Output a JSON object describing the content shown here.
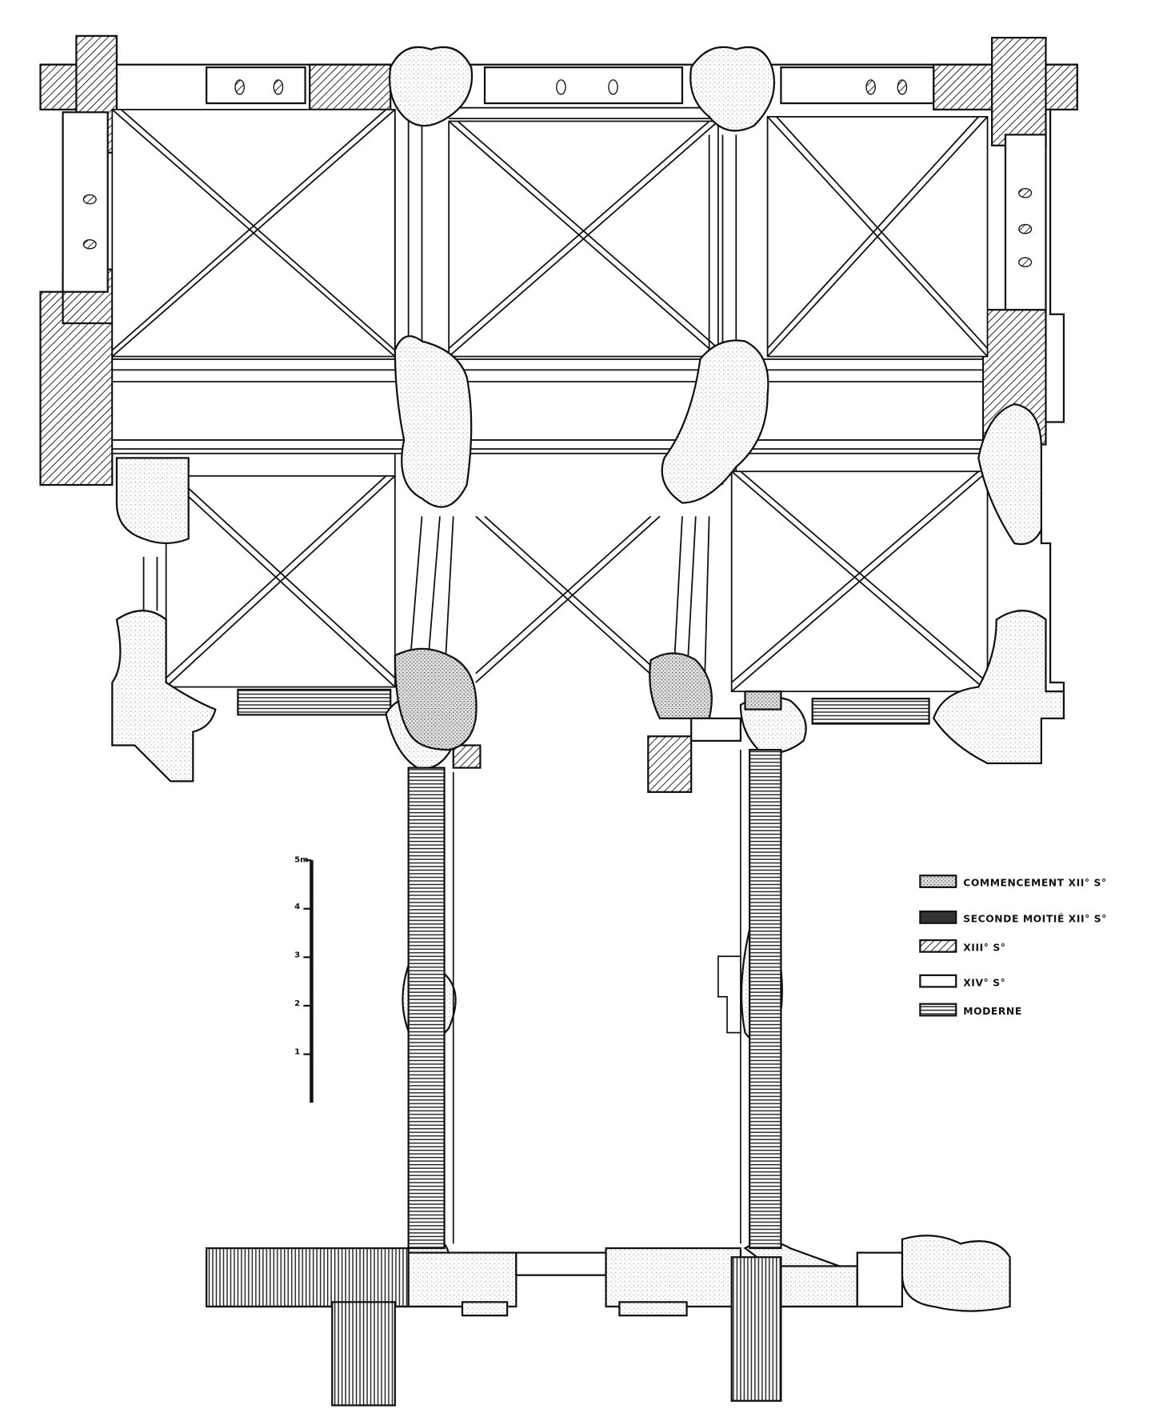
{
  "legend": {
    "items": [
      {
        "label": "COMMENCEMENT XII° S°",
        "pattern": "dots"
      },
      {
        "label": "SECONDE MOITIÉ XII° S°",
        "pattern": "dark-stipple"
      },
      {
        "label": "XIII° S°",
        "pattern": "diagonal-hatch"
      },
      {
        "label": "XIV° S°",
        "pattern": "plain"
      },
      {
        "label": "MODERNE",
        "pattern": "horizontal-lines"
      }
    ]
  },
  "scale": {
    "unit_label": "5m",
    "ticks": [
      "4",
      "3",
      "2",
      "1"
    ]
  },
  "colors": {
    "ink": "#111111",
    "paper": "#ffffff",
    "stipple": "#bdbdbd"
  }
}
